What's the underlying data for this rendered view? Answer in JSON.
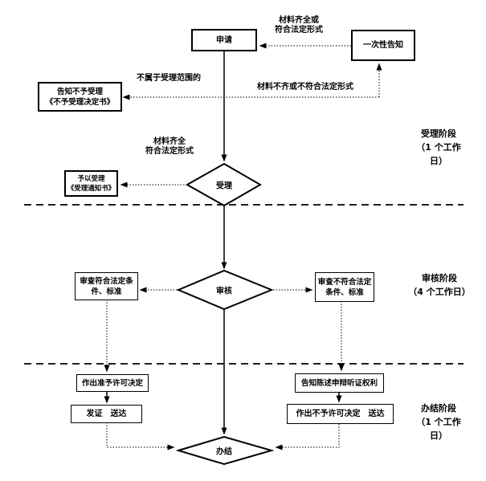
{
  "flowchart": {
    "nodes": {
      "apply": {
        "label": "申请"
      },
      "one_time_notice": {
        "label": "一次性告知"
      },
      "reject_notice": {
        "label": "告知不予受理\n《不予受理决定书》"
      },
      "accept_notice": {
        "label": "予以受理\n《受理通知书》"
      },
      "accept_diamond": {
        "label": "受理"
      },
      "review_diamond": {
        "label": "审核"
      },
      "finish_diamond": {
        "label": "办结"
      },
      "review_pass": {
        "label": "审查符合法定条\n件、标准"
      },
      "review_fail": {
        "label": "审查不符合法定\n条件、标准"
      },
      "grant_decision": {
        "label": "作出准予许可决定"
      },
      "issue_deliver": {
        "label": "发证　送达"
      },
      "notify_rights": {
        "label": "告知陈述申辩听证权利"
      },
      "deny_decision": {
        "label": "作出不予许可决定　送达"
      }
    },
    "edge_labels": {
      "materials_complete_top": "材料齐全或\n符合法定形式",
      "not_in_scope": "不属于受理范围的",
      "materials_incomplete": "材料不齐或不符合法定形式",
      "materials_complete_mid": "材料齐全\n符合法定形式"
    },
    "stage_labels": {
      "stage1": "受理阶段\n（1 个工作\n日）",
      "stage2": "审核阶段\n（4 个工作日）",
      "stage3": "办结阶段\n（1 个工作\n日）"
    },
    "colors": {
      "line": "#000000",
      "background": "#ffffff"
    }
  }
}
